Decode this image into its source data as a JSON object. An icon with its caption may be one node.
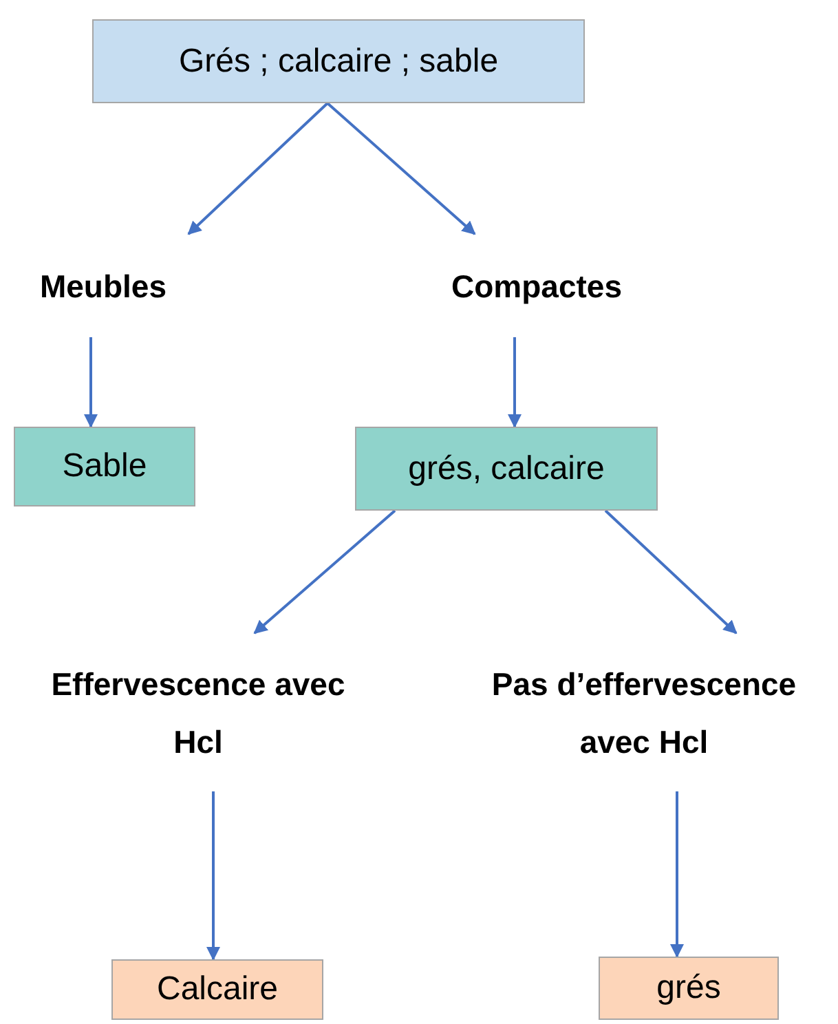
{
  "diagram": {
    "nodes": [
      {
        "text": [
          "Grés ; calcaire ; sable"
        ]
      },
      {
        "text": [
          "Meubles"
        ]
      },
      {
        "text": [
          "Compactes"
        ]
      },
      {
        "text": [
          "Sable"
        ]
      },
      {
        "text": [
          "grés, calcaire"
        ]
      },
      {
        "text": [
          "Effervescence avec Hcl"
        ]
      },
      {
        "text": [
          "Pas d’effervescence avec Hcl"
        ]
      },
      {
        "text": [
          "Calcaire"
        ]
      },
      {
        "text": [
          "grés"
        ]
      }
    ],
    "edges": [
      {
        "from": 0,
        "to": 1,
        "arrow": "to"
      },
      {
        "from": 0,
        "to": 2,
        "arrow": "to"
      },
      {
        "from": 1,
        "to": 3,
        "arrow": "to"
      },
      {
        "from": 2,
        "to": 4,
        "arrow": "to"
      },
      {
        "from": 4,
        "to": 5,
        "arrow": "to"
      },
      {
        "from": 4,
        "to": 6,
        "arrow": "to"
      },
      {
        "from": 5,
        "to": 7,
        "arrow": "to"
      },
      {
        "from": 6,
        "to": 8,
        "arrow": "to"
      }
    ]
  }
}
